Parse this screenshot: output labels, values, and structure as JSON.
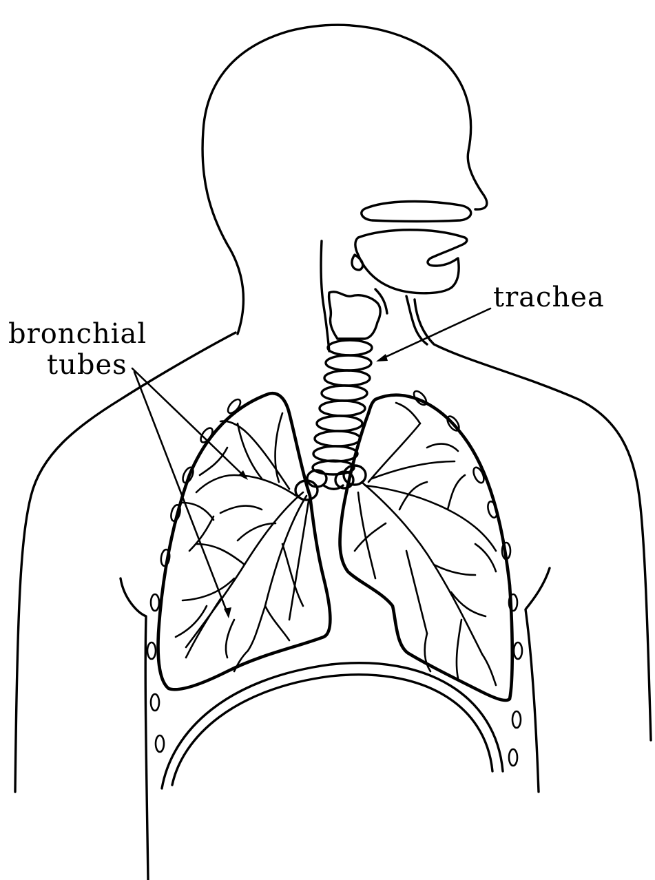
{
  "labels": {
    "trachea": "trachea",
    "bronchial_line1": "bronchial",
    "bronchial_line2": "tubes"
  },
  "colors": {
    "ink": "#000000",
    "background": "#ffffff"
  }
}
